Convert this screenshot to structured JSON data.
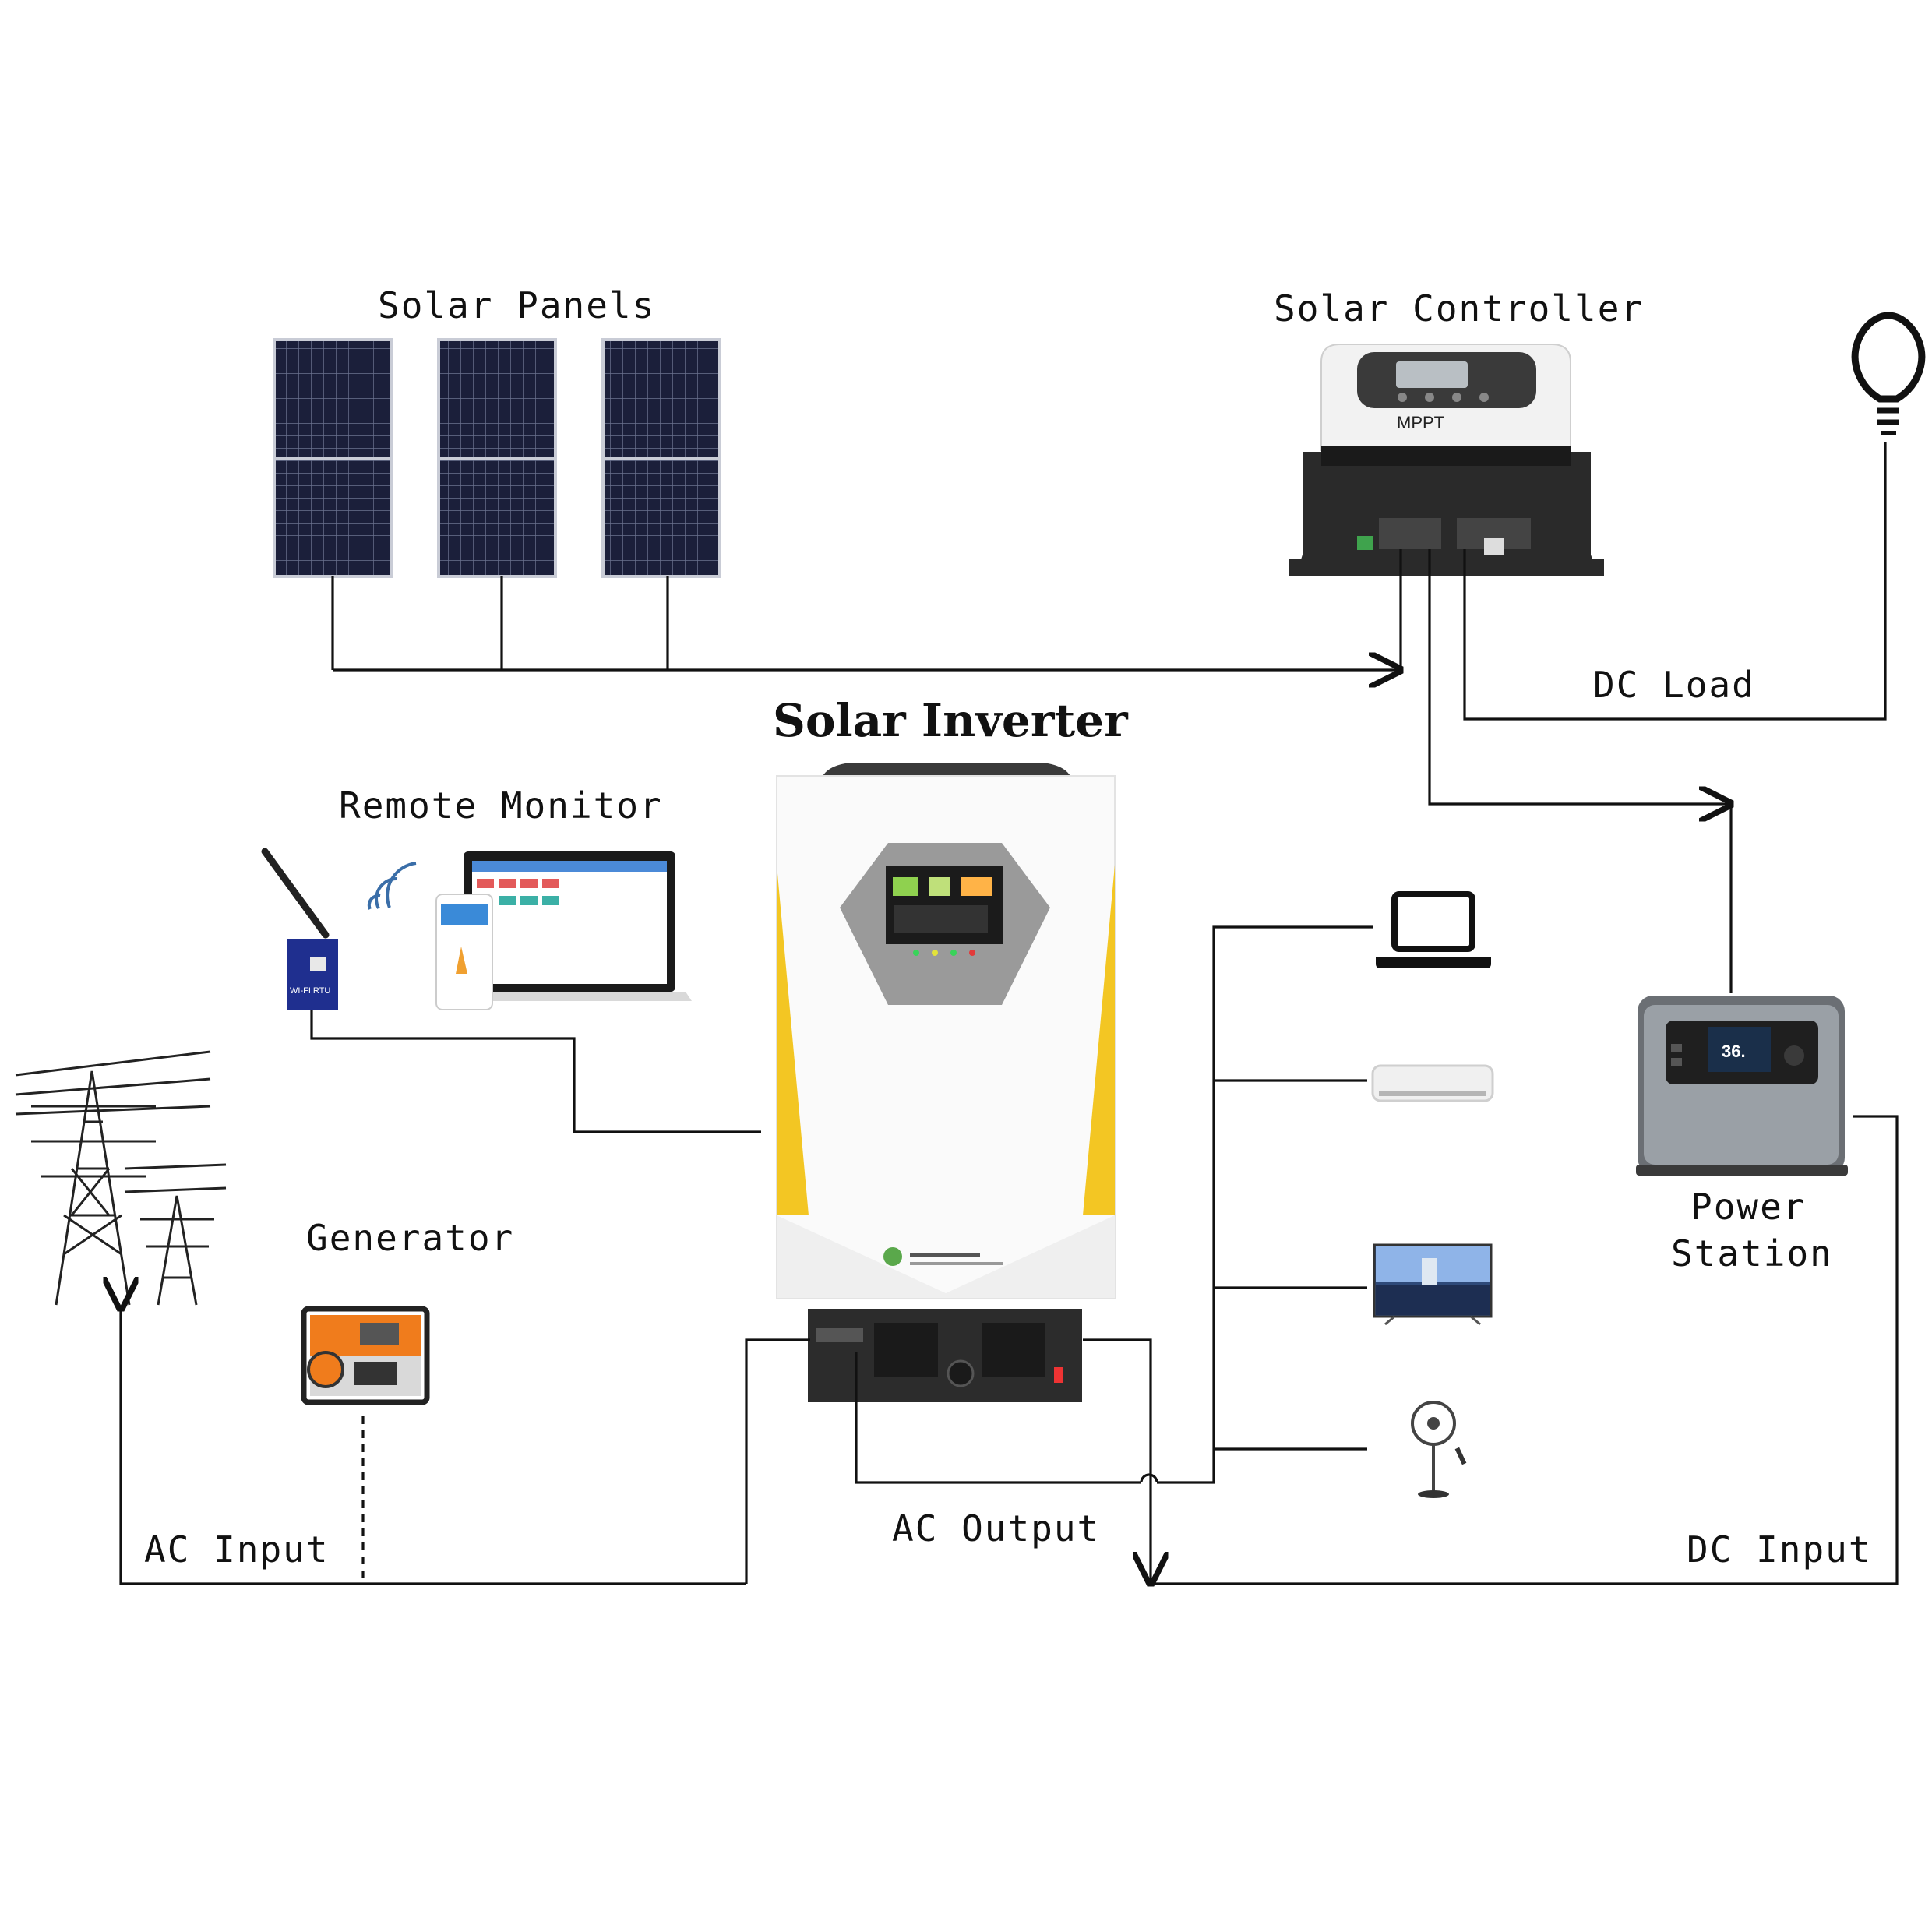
{
  "title": "Solar Inverter",
  "labels": {
    "solar_panels": "Solar Panels",
    "solar_controller": "Solar Controller",
    "dc_load": "DC Load",
    "remote_monitor": "Remote Monitor",
    "generator": "Generator",
    "power_station_line1": "Power",
    "power_station_line2": "Station",
    "ac_input": "AC Input",
    "ac_output": "AC Output",
    "dc_input": "DC Input"
  },
  "device_text": {
    "controller_brand": "MPPT",
    "rtu_label": "WI-FI RTU",
    "power_station_display": "36."
  },
  "colors": {
    "inverter_accent": "#f3c623",
    "panel_cell": "#1b1f3a",
    "controller_body": "#2a2a2a",
    "rtu_blue": "#1f2f8f",
    "generator_orange": "#f07c1c",
    "power_station_body": "#9aa0a6"
  }
}
